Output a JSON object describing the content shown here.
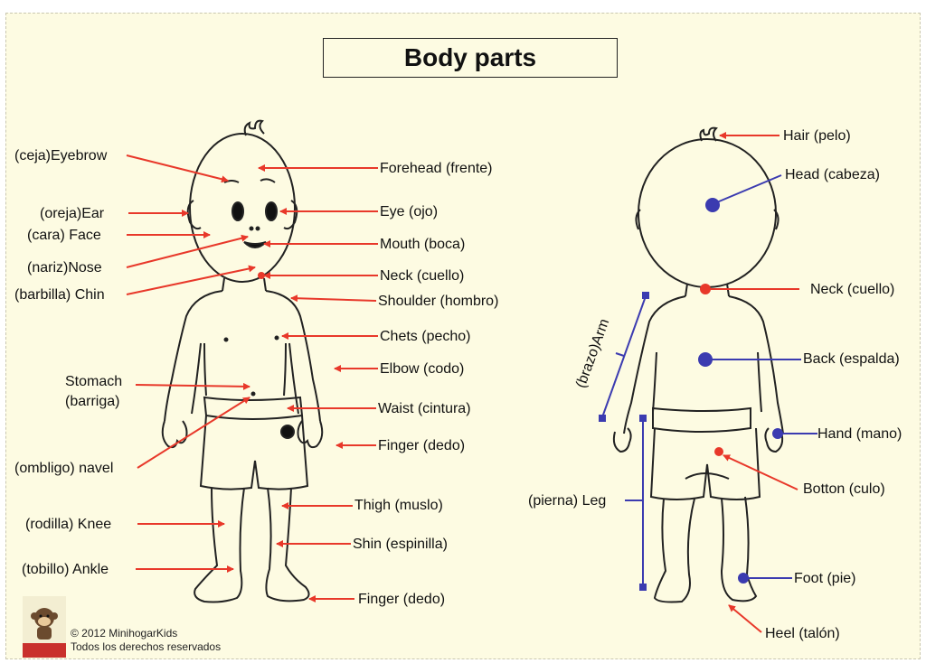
{
  "title": "Body parts",
  "labels_left_figure": {
    "eyebrow": "(ceja)Eyebrow",
    "ear": "(oreja)Ear",
    "face": "(cara) Face",
    "nose": "(nariz)Nose",
    "chin": "(barbilla) Chin",
    "stomach_line1": "Stomach",
    "stomach_line2": "(barriga)",
    "navel": "(ombligo) navel",
    "knee": "(rodilla) Knee",
    "ankle": "(tobillo) Ankle",
    "forehead": "Forehead (frente)",
    "eye": "Eye (ojo)",
    "mouth": "Mouth (boca)",
    "neck": "Neck (cuello)",
    "shoulder": "Shoulder (hombro)",
    "chest": "Chets (pecho)",
    "elbow": "Elbow (codo)",
    "waist": "Waist (cintura)",
    "finger": "Finger (dedo)",
    "thigh": "Thigh (muslo)",
    "shin": "Shin (espinilla)",
    "toe": "Finger (dedo)"
  },
  "labels_right_figure": {
    "hair": "Hair (pelo)",
    "head": "Head (cabeza)",
    "neck": "Neck (cuello)",
    "arm": "(brazo)Arm",
    "back": "Back (espalda)",
    "hand": "Hand (mano)",
    "bottom": "Botton (culo)",
    "leg": "(pierna) Leg",
    "foot": "Foot (pie)",
    "heel": "Heel (talón)"
  },
  "copyright": {
    "line1": "© 2012 MinihogarKids",
    "line2": "Todos los derechos reservados"
  },
  "colors": {
    "red_arrow": "#e8382a",
    "blue_pointer": "#3b3bb0",
    "background": "#fdfbe2"
  },
  "icons": [
    "monkey-logo-icon"
  ]
}
